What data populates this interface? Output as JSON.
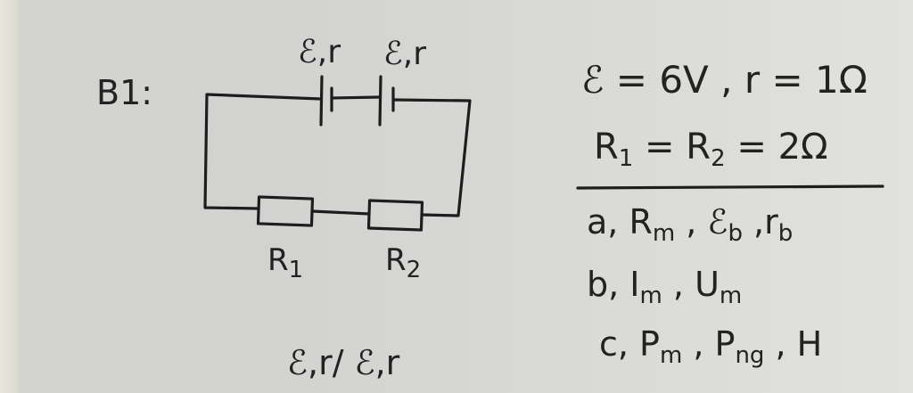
{
  "problem": {
    "label": "B1:"
  },
  "circuit": {
    "battery_labels": [
      "ℰ,r",
      "ℰ,r"
    ],
    "resistor_labels": [
      {
        "main": "R",
        "sub": "1"
      },
      {
        "main": "R",
        "sub": "2"
      }
    ],
    "note": "ℰ,r/ ℰ,r"
  },
  "given": {
    "line1": "ℰ = 6V , r = 1Ω",
    "line2": {
      "r1": "R",
      "r1_sub": "1",
      "mid": " = R",
      "r2_sub": "2",
      "end": " = 2Ω"
    }
  },
  "questions": {
    "a": {
      "prefix": "a, R",
      "sub1": "m",
      "mid": " , ℰ",
      "sub2": "b",
      "sep": " ,r",
      "sub3": "b"
    },
    "b": {
      "prefix": "b, I",
      "sub1": "m",
      "mid": " , U",
      "sub2": "m"
    },
    "c": {
      "prefix": "c, P",
      "sub1": "m",
      "mid": " , P",
      "sub2": "ng",
      "end": " , H"
    }
  }
}
